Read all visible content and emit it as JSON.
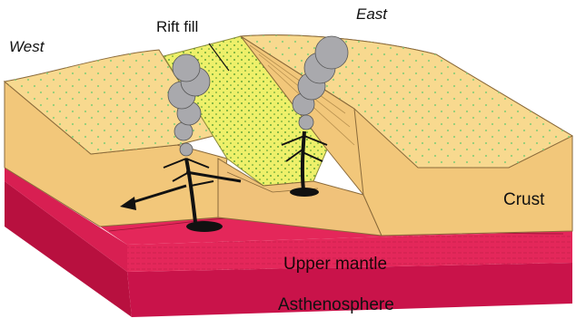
{
  "labels": {
    "west": "West",
    "east": "East",
    "rift_fill": "Rift fill",
    "crust": "Crust",
    "upper_mantle": "Upper mantle",
    "asthenosphere": "Asthenosphere"
  },
  "colors": {
    "crust_top": "#f8d98f",
    "crust_side": "#f2c77a",
    "rift_fill": "#eef06a",
    "upper_mantle": "#e4275a",
    "asthenosphere": "#c9134a",
    "volcanic_plume": "#a9a9ad",
    "magma": "#111111"
  },
  "icons": {
    "volcano_left": "volcanic-plume-icon",
    "volcano_right": "volcanic-plume-icon",
    "spreading_arrow": "arrow-left-icon"
  }
}
